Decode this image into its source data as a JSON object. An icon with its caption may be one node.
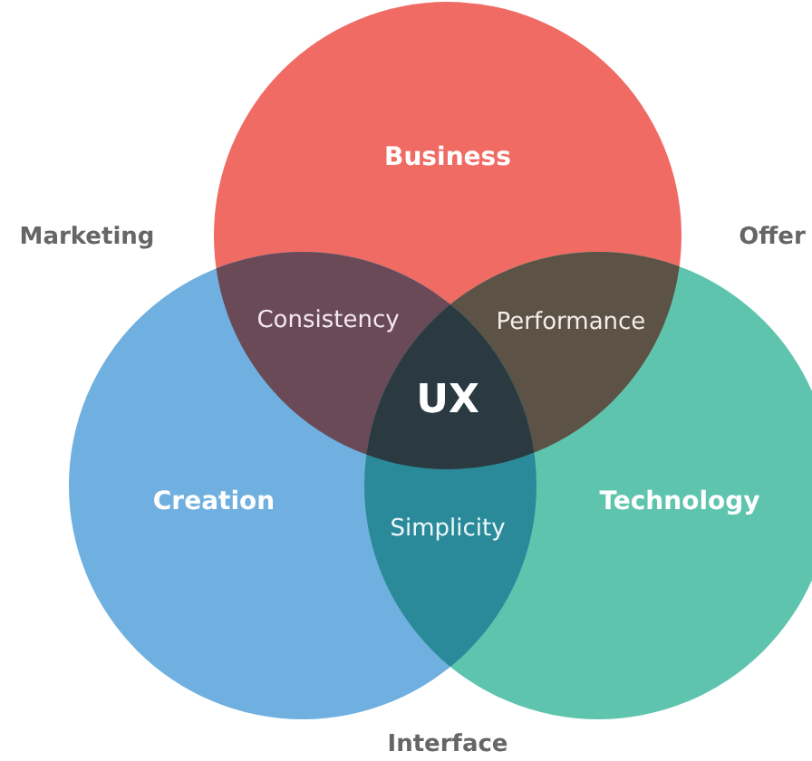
{
  "diagram": {
    "nodes": [
      {
        "text": [
          "Business"
        ]
      },
      {
        "text": [
          "Creation"
        ]
      },
      {
        "text": [
          "Technology"
        ]
      }
    ],
    "labels": [
      "Marketing",
      "Offer",
      "Consistency",
      "Performance",
      "UX",
      "Simplicity",
      "Interface"
    ]
  }
}
